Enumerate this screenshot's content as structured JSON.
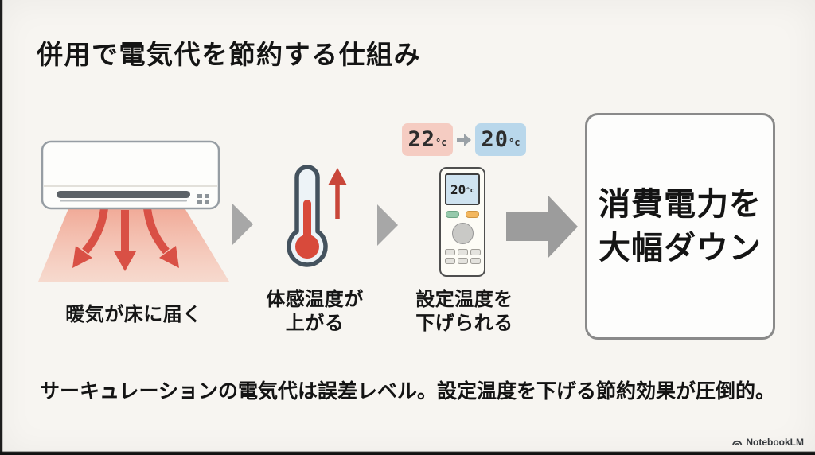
{
  "title": "併用で電気代を節約する仕組み",
  "flow": {
    "step1": {
      "label": "暖気が床に届く"
    },
    "step2": {
      "label_line1": "体感温度が",
      "label_line2": "上がる"
    },
    "step3": {
      "label_line1": "設定温度を",
      "label_line2": "下げられる"
    }
  },
  "temperature_change": {
    "before_value": "22",
    "before_unit": "°c",
    "after_value": "20",
    "after_unit": "°c"
  },
  "remote_display": {
    "value": "20",
    "unit": "°c"
  },
  "result_box": {
    "line1": "消費電力を",
    "line2": "大幅ダウン"
  },
  "footer_note": "サーキュレーションの電気代は誤差レベル。設定温度を下げる節約効果が圧倒的。",
  "watermark": {
    "label": "NotebookLM"
  },
  "icons": {
    "air_conditioner": "air-conditioner-illustration",
    "airflow": "warm-airflow-arrows-icon",
    "chevron": "chevron-right-icon",
    "thermometer": "thermometer-icon",
    "temp_rise": "arrow-up-icon",
    "badge_arrow": "arrow-right-icon",
    "remote": "remote-control-illustration",
    "big_arrow": "big-arrow-right-icon",
    "logo": "notebooklm-logo-icon"
  },
  "colors": {
    "background": "#f7f5f1",
    "text": "#141414",
    "warm_air_arrow": "#d95045",
    "warm_air_fill": "#f2ab97",
    "badge_before_bg": "#f5ccc2",
    "badge_after_bg": "#b9d7eb",
    "gray_arrow": "#a0a0a0",
    "thermometer_outline": "#44525e",
    "mercury": "#d84a3b",
    "remote_display_bg": "#cfe3f0",
    "remote_button_green": "#96c9ab",
    "remote_button_orange": "#f3b75e",
    "result_box_border": "#8a8a8a"
  }
}
